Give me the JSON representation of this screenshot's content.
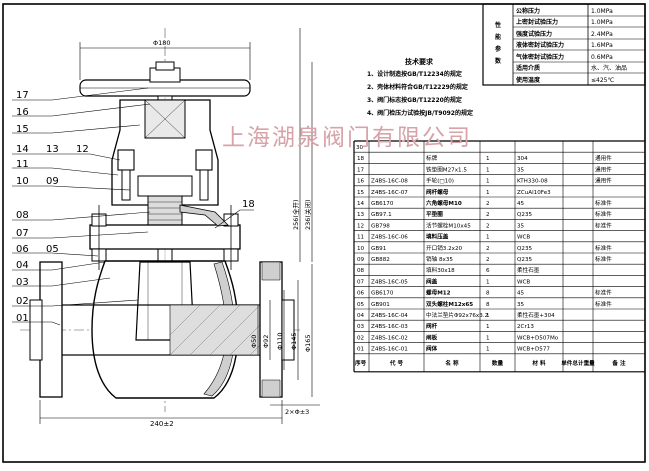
{
  "watermark": "上海湖泉阀门有限公司",
  "vertical_title": "性能参数",
  "perf_params": [
    {
      "label": "公称压力",
      "value": "1.0MPa"
    },
    {
      "label": "上密封试验压力",
      "value": "1.0MPa"
    },
    {
      "label": "强度试验压力",
      "value": "2.4MPa"
    },
    {
      "label": "液体密封试验压力",
      "value": "1.6MPa"
    },
    {
      "label": "气体密封试验压力",
      "value": "0.6MPa"
    },
    {
      "label": "适用介质",
      "value": "水、汽、油品"
    },
    {
      "label": "使用温度",
      "value": "≤425℃"
    }
  ],
  "tech": {
    "title": "技术要求",
    "items": [
      "1、设计制造按GB/T12234的规定",
      "2、壳体材料符合GB/T12229的规定",
      "3、阀门标志按GB/T12220的规定",
      "4、阀门检压力试验按JB/T9092的规定"
    ]
  },
  "dims": {
    "top_width": "Φ180",
    "length": "240±2",
    "flange_gap": "2×Φ±3",
    "height_open": "256(全开)",
    "height_closed": "236(关闭)",
    "d1": "Φ50",
    "d2": "Φ92",
    "d3": "Φ110",
    "d4": "Φ145",
    "d5": "Φ165"
  },
  "left_labels": [
    "17",
    "16",
    "15",
    "14",
    "13",
    "12",
    "11",
    "10",
    "09",
    "08",
    "07",
    "06",
    "05",
    "04",
    "03",
    "02",
    "01"
  ],
  "right_label": "18",
  "bom_top_number": "30",
  "bom": [
    {
      "no": "18",
      "code": "",
      "name": "标牌",
      "qty": "1",
      "material": "304",
      "remark": "通用件"
    },
    {
      "no": "17",
      "code": "",
      "name": "铁垫圈M27x1.5",
      "qty": "1",
      "material": "35",
      "remark": "通用件"
    },
    {
      "no": "16",
      "code": "Z4BS-16C-08",
      "name": "手轮(□10)",
      "qty": "1",
      "material": "KTH330-08",
      "remark": "通用件"
    },
    {
      "no": "15",
      "code": "Z4BS-16C-07",
      "name": "阀杆螺母",
      "qty": "1",
      "material": "ZCuAl10Fe3",
      "remark": ""
    },
    {
      "no": "14",
      "code": "GB6170",
      "name": "六角螺母M10",
      "qty": "2",
      "material": "45",
      "remark": "标准件"
    },
    {
      "no": "13",
      "code": "GB97.1",
      "name": "平垫圈",
      "qty": "2",
      "material": "Q235",
      "remark": "标准件"
    },
    {
      "no": "12",
      "code": "GB798",
      "name": "活节螺栓M10x45",
      "qty": "2",
      "material": "35",
      "remark": "标准件"
    },
    {
      "no": "11",
      "code": "Z4BS-16C-06",
      "name": "填料压盖",
      "qty": "1",
      "material": "WCB",
      "remark": ""
    },
    {
      "no": "10",
      "code": "GB91",
      "name": "开口销3.2x20",
      "qty": "2",
      "material": "Q235",
      "remark": "标准件"
    },
    {
      "no": "09",
      "code": "GB882",
      "name": "销轴 8x35",
      "qty": "2",
      "material": "Q235",
      "remark": "标准件"
    },
    {
      "no": "08",
      "code": "",
      "name": "填料30x18",
      "qty": "6",
      "material": "柔性石墨",
      "remark": ""
    },
    {
      "no": "07",
      "code": "Z4BS-16C-05",
      "name": "阀盖",
      "qty": "1",
      "material": "WCB",
      "remark": ""
    },
    {
      "no": "06",
      "code": "GB6170",
      "name": "螺母M12",
      "qty": "8",
      "material": "45",
      "remark": "标准件"
    },
    {
      "no": "05",
      "code": "GB901",
      "name": "双头螺柱M12x65",
      "qty": "8",
      "material": "35",
      "remark": "标准件"
    },
    {
      "no": "04",
      "code": "Z4BS-16C-04",
      "name": "中法兰垫片Φ92x76x3.2",
      "qty": "1",
      "material": "柔性石墨+304",
      "remark": ""
    },
    {
      "no": "03",
      "code": "Z4BS-16C-03",
      "name": "阀杆",
      "qty": "1",
      "material": "2Cr13",
      "remark": ""
    },
    {
      "no": "02",
      "code": "Z4BS-16C-02",
      "name": "闸板",
      "qty": "1",
      "material": "WCB+D507Mo",
      "remark": ""
    },
    {
      "no": "01",
      "code": "Z4BS-16C-01",
      "name": "阀体",
      "qty": "1",
      "material": "WCB+D577",
      "remark": ""
    }
  ],
  "bom_header": {
    "no": "序号",
    "code": "代 号",
    "name": "名 称",
    "qty": "数量",
    "material": "材 料",
    "unit": "单件总计重量",
    "remark": "备 注"
  }
}
